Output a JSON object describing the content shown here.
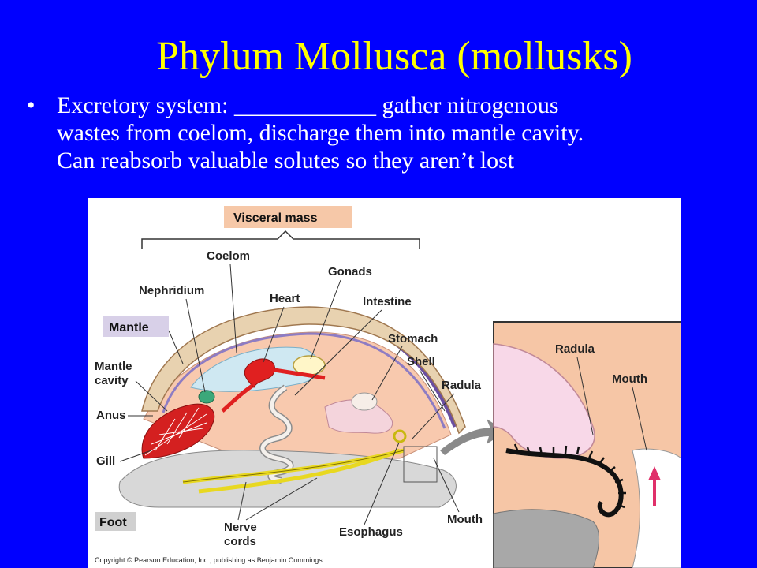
{
  "slide": {
    "title": "Phylum Mollusca (mollusks)",
    "bullet_symbol": "•",
    "bullet_lines": [
      "Excretory system: ____________ gather nitrogenous",
      "wastes from coelom, discharge them into mantle cavity.",
      "Can reabsorb valuable solutes so they aren’t lost"
    ]
  },
  "figure": {
    "labels": {
      "visceral_mass": "Visceral mass",
      "coelom": "Coelom",
      "gonads": "Gonads",
      "nephridium": "Nephridium",
      "heart": "Heart",
      "intestine": "Intestine",
      "mantle": "Mantle",
      "stomach": "Stomach",
      "mantle_cavity_1": "Mantle",
      "mantle_cavity_2": "cavity",
      "shell": "Shell",
      "anus": "Anus",
      "radula": "Radula",
      "gill": "Gill",
      "foot": "Foot",
      "nerve_cords_1": "Nerve",
      "nerve_cords_2": "cords",
      "esophagus": "Esophagus",
      "mouth": "Mouth",
      "inset_radula": "Radula",
      "inset_mouth": "Mouth"
    },
    "copyright": "Copyright © Pearson Education, Inc., publishing as Benjamin Cummings."
  },
  "colors": {
    "background": "#0000FF",
    "title": "#FFFF00",
    "text": "#FFFFFF",
    "label_box": "#F6C8A8",
    "mantle_box": "#D8D0E8",
    "foot_box": "#D0D0D0"
  }
}
